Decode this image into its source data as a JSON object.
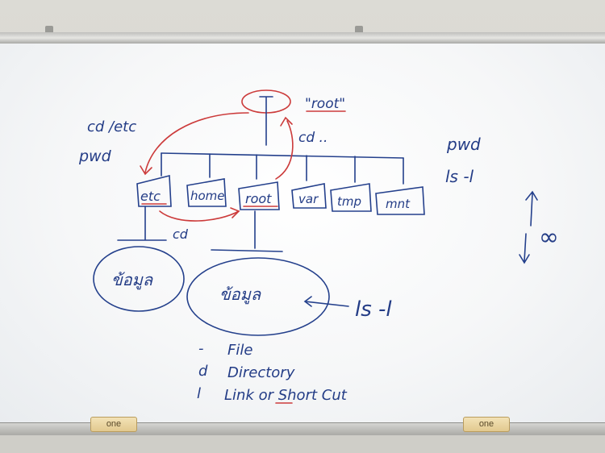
{
  "board": {
    "root_quote": "\"root\"",
    "cd_etc": "cd /etc",
    "pwd_left": "pwd",
    "cd_up": "cd ..",
    "cd_mid": "cd",
    "pwd_right": "pwd",
    "ls_right": "ls -l",
    "infinity": "∞",
    "ls_arrow": "ls -l",
    "dirs": [
      "etc",
      "home",
      "root",
      "var",
      "tmp",
      "mnt"
    ],
    "data_left": "ข้อมูล",
    "data_right": "ข้อมูล",
    "legend": [
      {
        "symbol": "-",
        "text": "File"
      },
      {
        "symbol": "d",
        "text": "Directory"
      },
      {
        "symbol": "l",
        "text": "Link or Short Cut"
      }
    ]
  },
  "erasers": [
    "one",
    "one"
  ],
  "colors": {
    "ink_blue": "#24408c",
    "ink_red": "#cc3b3b"
  }
}
